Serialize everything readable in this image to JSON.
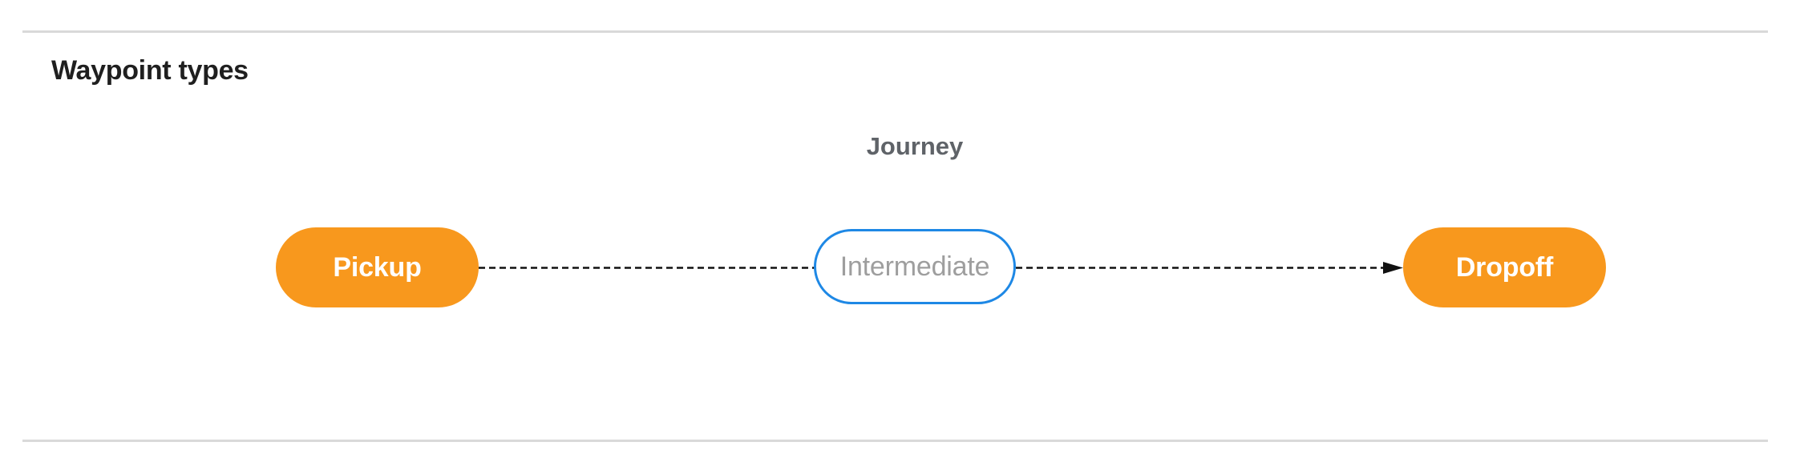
{
  "page": {
    "title": "Waypoint types"
  },
  "diagram": {
    "caption": "Journey",
    "nodes": [
      {
        "id": "pickup",
        "label": "Pickup",
        "style": "filled-orange"
      },
      {
        "id": "intermediate",
        "label": "Intermediate",
        "style": "outlined-blue"
      },
      {
        "id": "dropoff",
        "label": "Dropoff",
        "style": "filled-orange"
      }
    ],
    "edges": [
      {
        "from": "pickup",
        "to": "intermediate",
        "style": "dashed",
        "arrowhead": false
      },
      {
        "from": "intermediate",
        "to": "dropoff",
        "style": "dashed",
        "arrowhead": true
      }
    ]
  },
  "colors": {
    "node_fill_orange": "#F8981D",
    "node_text_light": "#FFFFFF",
    "intermediate_border_blue": "#1E88E5",
    "intermediate_text_gray": "#9E9E9E",
    "journey_label_gray": "#5F6368",
    "heading_text": "#1F1F1F",
    "edge_black": "#111111",
    "divider_gray": "#D9D9D9"
  }
}
